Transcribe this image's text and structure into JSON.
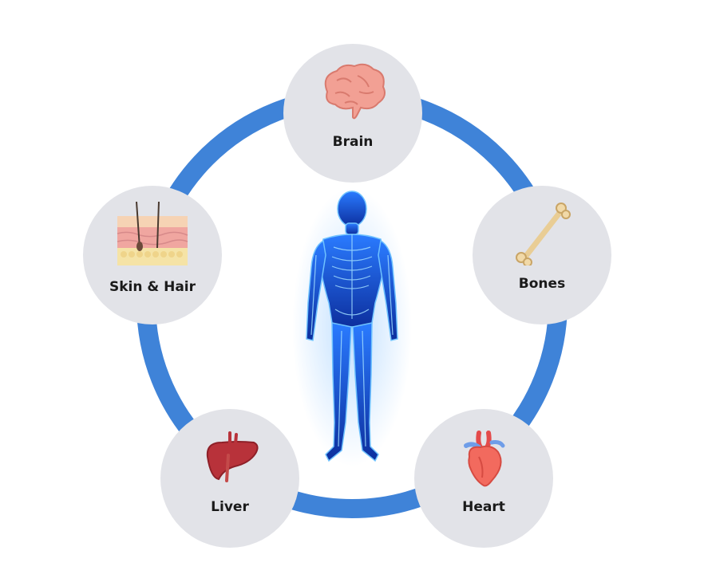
{
  "diagram": {
    "nodes": [
      {
        "label": "Brain"
      },
      {
        "label": "Bones"
      },
      {
        "label": "Heart"
      },
      {
        "label": "Liver"
      },
      {
        "label": "Skin & Hair"
      }
    ],
    "colors": {
      "ring": "#3f83d8",
      "node_fill": "#e2e3e8",
      "body_glow": "#1e6cff",
      "body_dark": "#0a1d6b"
    },
    "icons": [
      "brain-icon",
      "bone-icon",
      "heart-icon",
      "liver-icon",
      "skin-hair-icon"
    ]
  }
}
